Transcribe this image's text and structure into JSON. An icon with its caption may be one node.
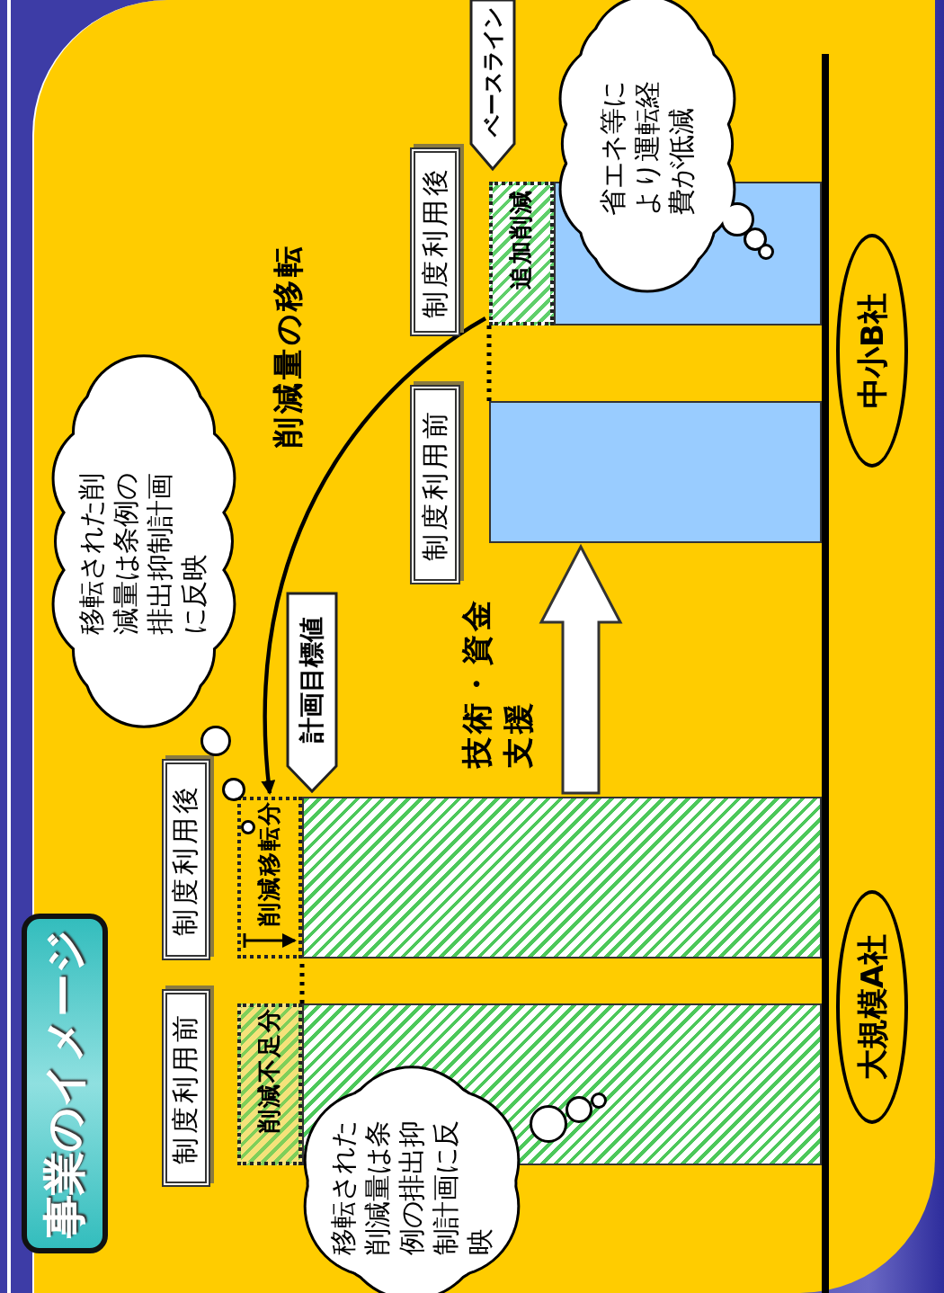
{
  "diagram": {
    "title": "事業のイメージ",
    "nodes": [
      {
        "text": [
          "制度利用前"
        ]
      },
      {
        "text": [
          "制度利用後"
        ]
      },
      {
        "text": [
          "制度利用前"
        ]
      },
      {
        "text": [
          "制度利用後"
        ]
      },
      {
        "text": [
          "削減不足分"
        ]
      },
      {
        "text": [],
        "shape": "bar"
      },
      {
        "text": [
          "削減移転分"
        ]
      },
      {
        "text": [],
        "shape": "bar"
      },
      {
        "text": [
          "計画目標値"
        ]
      },
      {
        "text": [],
        "shape": "bar"
      },
      {
        "text": [
          "追加削減"
        ]
      },
      {
        "text": [],
        "shape": "bar"
      },
      {
        "text": [
          "ベースライン"
        ]
      },
      {
        "text": [
          "移転された削減量は条例の排出抑制計画に反映"
        ]
      },
      {
        "text": [
          "移転された削減量は条例の排出抑制計画に反映"
        ]
      },
      {
        "text": [
          "省エネ等により運転経費が低減"
        ]
      },
      {
        "text": [
          "大規模A社"
        ]
      },
      {
        "text": [
          "中小B社"
        ]
      }
    ],
    "edges": [
      {
        "from": 10,
        "to": 6,
        "arrow": "to",
        "label": "削減量の移転"
      },
      {
        "from": 9,
        "to": 7,
        "arrow": "to",
        "label": "技術・資金支援",
        "style": "thick"
      },
      {
        "from": 4,
        "to": 6,
        "arrow": "none",
        "style": "dashed"
      },
      {
        "from": 7,
        "to": 10,
        "arrow": "none",
        "style": "dashed"
      }
    ]
  }
}
